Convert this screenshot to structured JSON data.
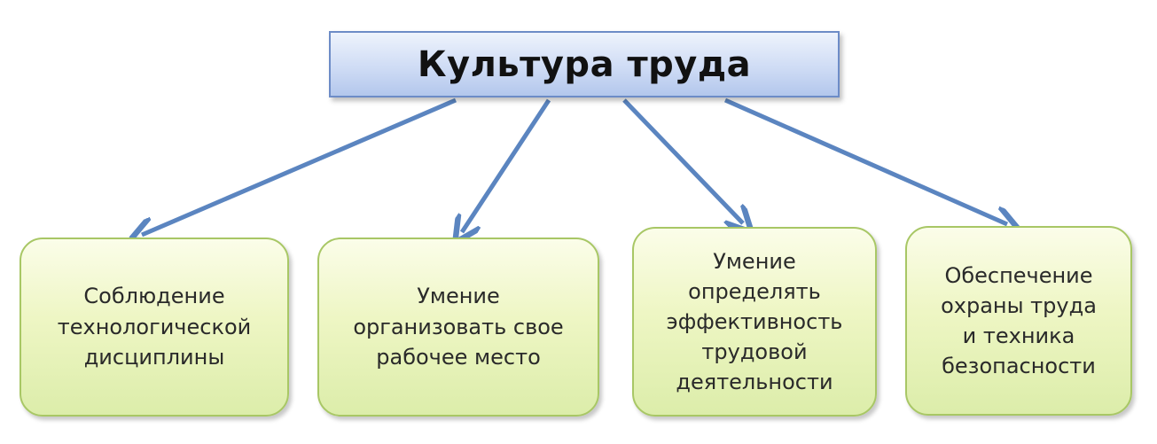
{
  "diagram": {
    "title": "Культура труда",
    "children": [
      {
        "text": "Соблюдение\nтехнологической\nдисциплины"
      },
      {
        "text": "Умение\nорганизовать свое\nрабочее место"
      },
      {
        "text": "Умение\nопределять\nэффективность\nтрудовой\nдеятельности"
      },
      {
        "text": "Обеспечение\nохраны труда\nи техника\nбезопасности"
      }
    ]
  },
  "colors": {
    "title_border": "#6d8cc7",
    "title_fill": "#cfdcf5",
    "child_border": "#a8c765",
    "child_fill": "#eef6c4",
    "arrow": "#5b85c0"
  }
}
